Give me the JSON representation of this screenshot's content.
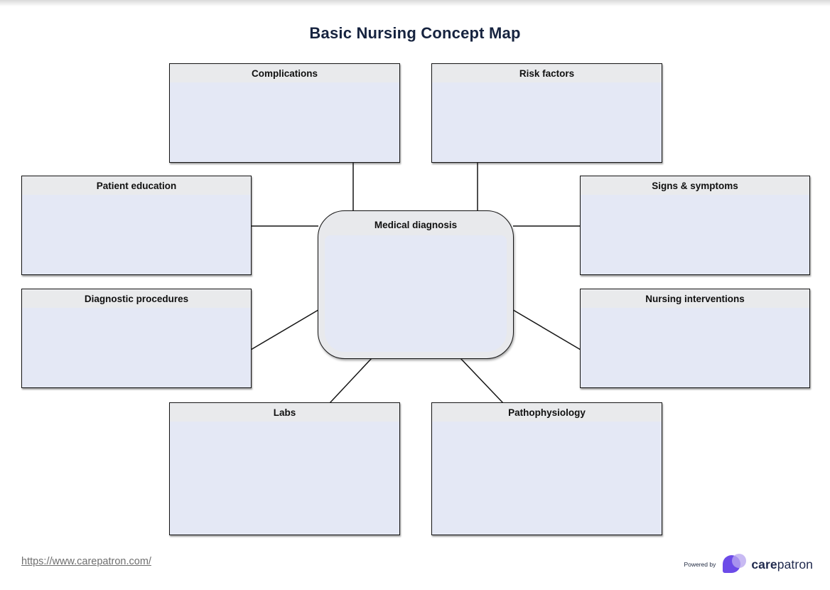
{
  "page": {
    "title": "Basic Nursing Concept Map"
  },
  "center": {
    "label": "Medical diagnosis"
  },
  "nodes": [
    {
      "id": "complications",
      "label": "Complications"
    },
    {
      "id": "risk-factors",
      "label": "Risk factors"
    },
    {
      "id": "patient-education",
      "label": "Patient education"
    },
    {
      "id": "signs-symptoms",
      "label": "Signs & symptoms"
    },
    {
      "id": "diagnostic-procedures",
      "label": "Diagnostic procedures"
    },
    {
      "id": "nursing-interventions",
      "label": "Nursing interventions"
    },
    {
      "id": "labs",
      "label": "Labs"
    },
    {
      "id": "pathophysiology",
      "label": "Pathophysiology"
    }
  ],
  "footer": {
    "link_text": "https://www.carepatron.com/",
    "powered_by": "Powered by",
    "brand_bold": "care",
    "brand_regular": "patron"
  },
  "colors": {
    "title_navy": "#16233f",
    "box_header_gray": "#e9eaec",
    "box_body_periwinkle": "#e4e8f5",
    "box_border": "#141414",
    "connector": "#141414",
    "brand_purple": "#6c4be8",
    "brand_lavender": "#b9a6f0",
    "brand_navy": "#202a4e",
    "link_gray": "#6f6f6f"
  }
}
